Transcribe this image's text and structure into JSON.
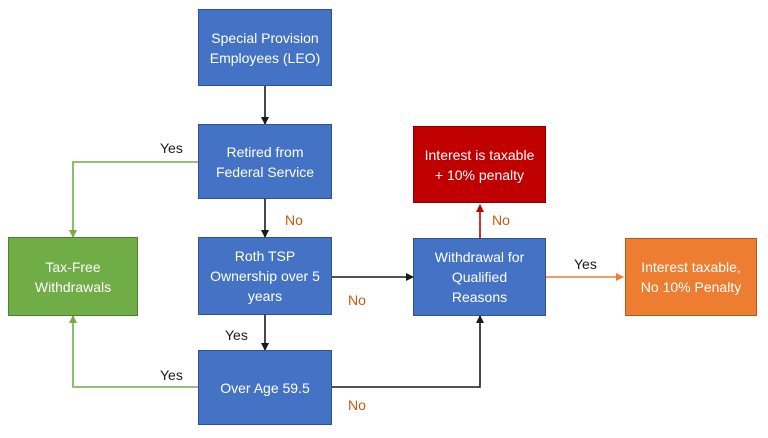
{
  "nodes": {
    "special_provision": "Special Provision\nEmployees (LEO)",
    "retired": "Retired from\nFederal Service",
    "roth_tsp": "Roth TSP\nOwnership over 5\nyears",
    "over_age": "Over Age 59.5",
    "tax_free": "Tax-Free\nWithdrawals",
    "withdrawal": "Withdrawal for\nQualified\nReasons",
    "interest_penalty": "Interest is taxable\n+ 10% penalty",
    "interest_no_penalty": "Interest taxable,\nNo 10% Penalty"
  },
  "edge_labels": {
    "retired_yes": "Yes",
    "retired_no": "No",
    "roth_no": "No",
    "roth_yes": "Yes",
    "age_yes": "Yes",
    "age_no": "No",
    "withdrawal_no": "No",
    "withdrawal_yes": "Yes"
  },
  "colors": {
    "process": "#4472c4",
    "success": "#70ad47",
    "penalty": "#c00000",
    "taxable": "#ed7d31",
    "arrow_default": "#1a1a1a",
    "no_label": "#c55a11"
  }
}
